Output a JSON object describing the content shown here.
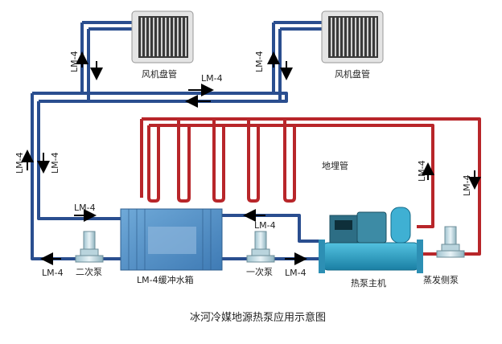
{
  "caption": "冰河冷媒地源热泵应用示意图",
  "labels": {
    "fan_coil_left": "风机盘管",
    "fan_coil_right": "风机盘管",
    "buried_pipe": "地埋管",
    "buffer_tank": "LM-4缓冲水箱",
    "heat_pump": "热泵主机",
    "secondary_pump": "二次泵",
    "primary_pump": "一次泵",
    "evap_pump": "蒸发侧泵"
  },
  "pipe_tags": {
    "riser_left_1": "LM-4",
    "riser_right_1": "LM-4",
    "top_mid": "LM-4",
    "left_a": "LM-4",
    "left_b": "LM-4",
    "tank_in": "LM-4",
    "tank_out": "LM-4",
    "bottom_left": "LM-4",
    "bottom_mid": "LM-4",
    "ground_in": "LM-4",
    "ground_out": "LM-4"
  },
  "colors": {
    "cold_pipe": "#2a4e8f",
    "hot_pipe": "#b8262a",
    "equipment": "#2d9fc4",
    "tank": "#5b95c8"
  }
}
